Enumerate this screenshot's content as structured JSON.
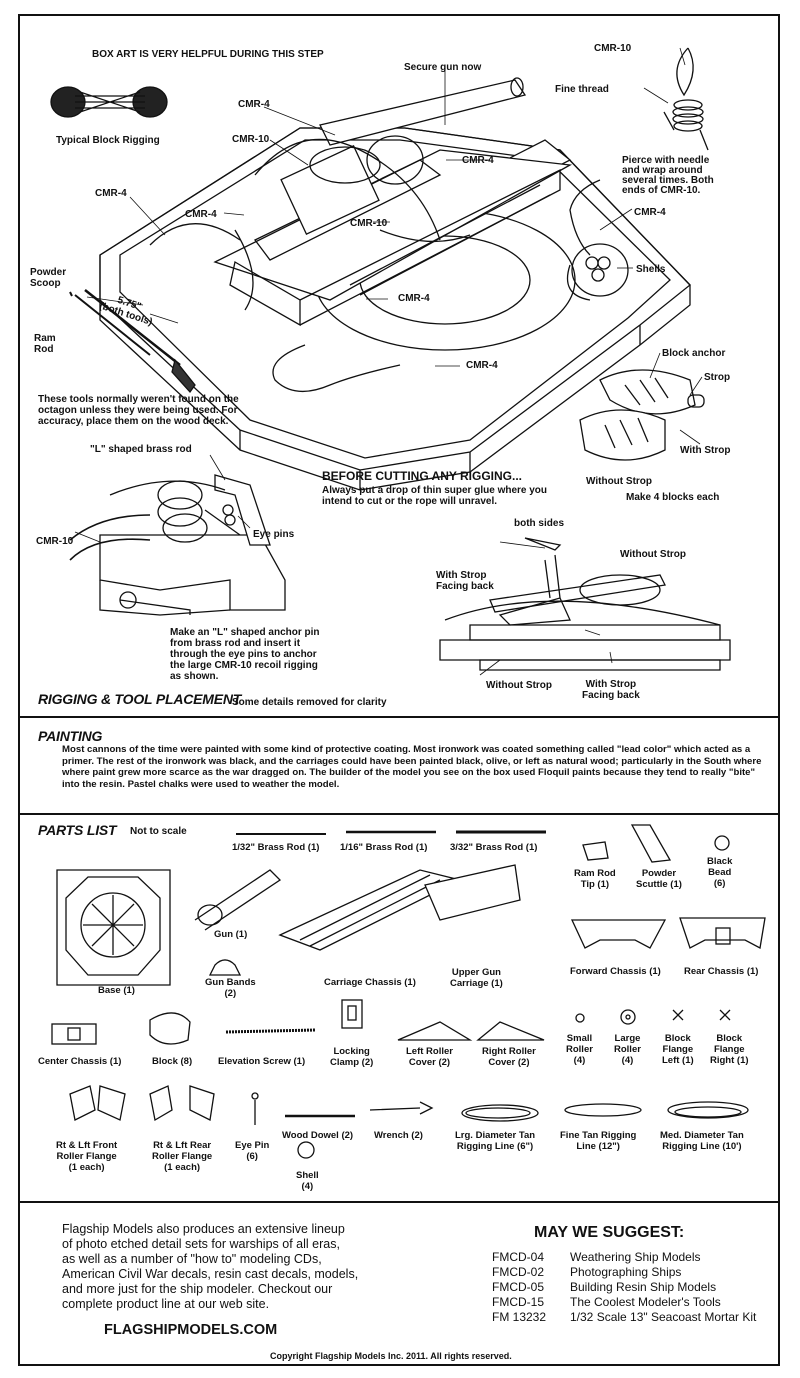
{
  "rigging": {
    "box_art_note": "BOX ART IS VERY HELPFUL DURING THIS STEP",
    "secure_gun": "Secure gun now",
    "typical_block": "Typical Block Rigging",
    "cmr10_top": "CMR-10",
    "fine_thread": "Fine thread",
    "pierce_note": [
      "Pierce with  needle",
      "and wrap around",
      "several times.  Both",
      "ends of CMR-10."
    ],
    "cmr4_1": "CMR-4",
    "cmr10_a": "CMR-10",
    "cmr4_2": "CMR-4",
    "cmr4_3": "CMR-4",
    "cmr4_4": "CMR-4",
    "cmr4_5": "CMR-4",
    "cmr10_b": "CMR-10",
    "cmr4_6": "CMR-4",
    "cmr4_7": "CMR-4",
    "shells": "Shells",
    "powder_scoop": [
      "Powder",
      "Scoop"
    ],
    "ram_rod": [
      "Ram",
      "Rod"
    ],
    "length": [
      "5.75\"",
      "(both tools)"
    ],
    "tools_note": [
      "These tools normally weren't found on the",
      "octagon unless they were being used.  For",
      "accuracy, place them on the wood deck."
    ],
    "block_anchor": "Block anchor",
    "strop": "Strop",
    "with_strop": "With Strop",
    "without_strop": "Without Strop",
    "make_blocks": "Make 4 blocks each",
    "l_rod": "\"L\" shaped brass rod",
    "cmr10_c": "CMR-10",
    "eye_pins": "Eye pins",
    "anchor_note": [
      "Make an \"L\" shaped anchor pin",
      "from brass rod and insert it",
      "through the eye pins to anchor",
      "the large CMR-10 recoil rigging",
      "as shown."
    ],
    "before_cutting": "BEFORE CUTTING ANY RIGGING...",
    "glue_note": [
      "Always put a drop of thin super glue where you",
      "intend to cut or the rope will unravel."
    ],
    "both_sides": "both sides",
    "without_strop_b": "Without Strop",
    "with_strop_facing_a": [
      "With Strop",
      "Facing back"
    ],
    "without_strop_c": "Without Strop",
    "with_strop_facing_b": [
      "With Strop",
      "Facing back"
    ],
    "title": "RIGGING & TOOL PLACEMENT",
    "subtitle": "Some details removed for clarity"
  },
  "painting": {
    "title": "PAINTING",
    "text": "Most cannons of the time were painted with some kind of protective coating.  Most ironwork was coated something called \"lead color\" which acted as a primer.  The rest of the ironwork was black, and the carriages could have been painted black, olive, or left as natural wood; particularly in the South where where paint grew more scarce as the war dragged on.  The builder of the model you see on the box used Floquil paints because they tend to really \"bite\" into the resin.  Pastel chalks were used to weather the model."
  },
  "parts": {
    "title": "PARTS LIST",
    "not_to_scale": "Not to scale",
    "rod_a": "1/32\" Brass Rod (1)",
    "rod_b": "1/16\" Brass Rod (1)",
    "rod_c": "3/32\" Brass Rod (1)",
    "ram_rod_tip": [
      "Ram Rod",
      "Tip (1)"
    ],
    "powder_scuttle": [
      "Powder",
      "Scuttle (1)"
    ],
    "black_bead": [
      "Black",
      "Bead",
      "(6)"
    ],
    "gun": "Gun (1)",
    "gun_bands": [
      "Gun Bands",
      "(2)"
    ],
    "carriage_chassis": "Carriage Chassis (1)",
    "upper_gun_carriage": [
      "Upper Gun",
      "Carriage (1)"
    ],
    "forward_chassis": "Forward Chassis (1)",
    "rear_chassis": "Rear Chassis (1)",
    "base": "Base (1)",
    "center_chassis": "Center Chassis (1)",
    "block": "Block (8)",
    "elevation_screw": "Elevation Screw (1)",
    "locking_clamp": [
      "Locking",
      "Clamp (2)"
    ],
    "left_roller_cover": [
      "Left Roller",
      "Cover (2)"
    ],
    "right_roller_cover": [
      "Right Roller",
      "Cover (2)"
    ],
    "small_roller": [
      "Small",
      "Roller",
      "(4)"
    ],
    "large_roller": [
      "Large",
      "Roller",
      "(4)"
    ],
    "block_flange_left": [
      "Block",
      "Flange",
      "Left (1)"
    ],
    "block_flange_right": [
      "Block",
      "Flange",
      "Right (1)"
    ],
    "front_flange": [
      "Rt & Lft Front",
      "Roller Flange",
      "(1 each)"
    ],
    "rear_flange": [
      "Rt & Lft Rear",
      "Roller Flange",
      "(1 each)"
    ],
    "eye_pin": [
      "Eye Pin",
      "(6)"
    ],
    "wood_dowel": "Wood Dowel (2)",
    "wrench": "Wrench (2)",
    "shell": [
      "Shell",
      "(4)"
    ],
    "lrg_line": [
      "Lrg. Diameter Tan",
      "Rigging Line (6\")"
    ],
    "fine_line": [
      "Fine Tan Rigging",
      "Line (12\")"
    ],
    "med_line": [
      "Med. Diameter Tan",
      "Rigging Line (10')"
    ]
  },
  "footer": {
    "blurb": [
      "Flagship Models also produces an extensive lineup",
      "of photo etched detail sets for warships of all eras,",
      "as well as a number of \"how to\" modeling CDs,",
      "American Civil War decals, resin cast decals, models,",
      "and more just for the ship modeler.  Checkout our",
      "complete product line at our web site."
    ],
    "website": "FLAGSHIPMODELS.COM",
    "suggest_title": "MAY WE SUGGEST:",
    "suggestions": [
      {
        "code": "FMCD-04",
        "name": "Weathering Ship Models"
      },
      {
        "code": "FMCD-02",
        "name": "Photographing Ships"
      },
      {
        "code": "FMCD-05",
        "name": "Building Resin Ship Models"
      },
      {
        "code": "FMCD-15",
        "name": "The Coolest Modeler's Tools"
      },
      {
        "code": "FM 13232",
        "name": "1/32 Scale 13\" Seacoast Mortar Kit"
      }
    ],
    "copyright": "Copyright Flagship Models Inc. 2011.  All rights reserved."
  }
}
